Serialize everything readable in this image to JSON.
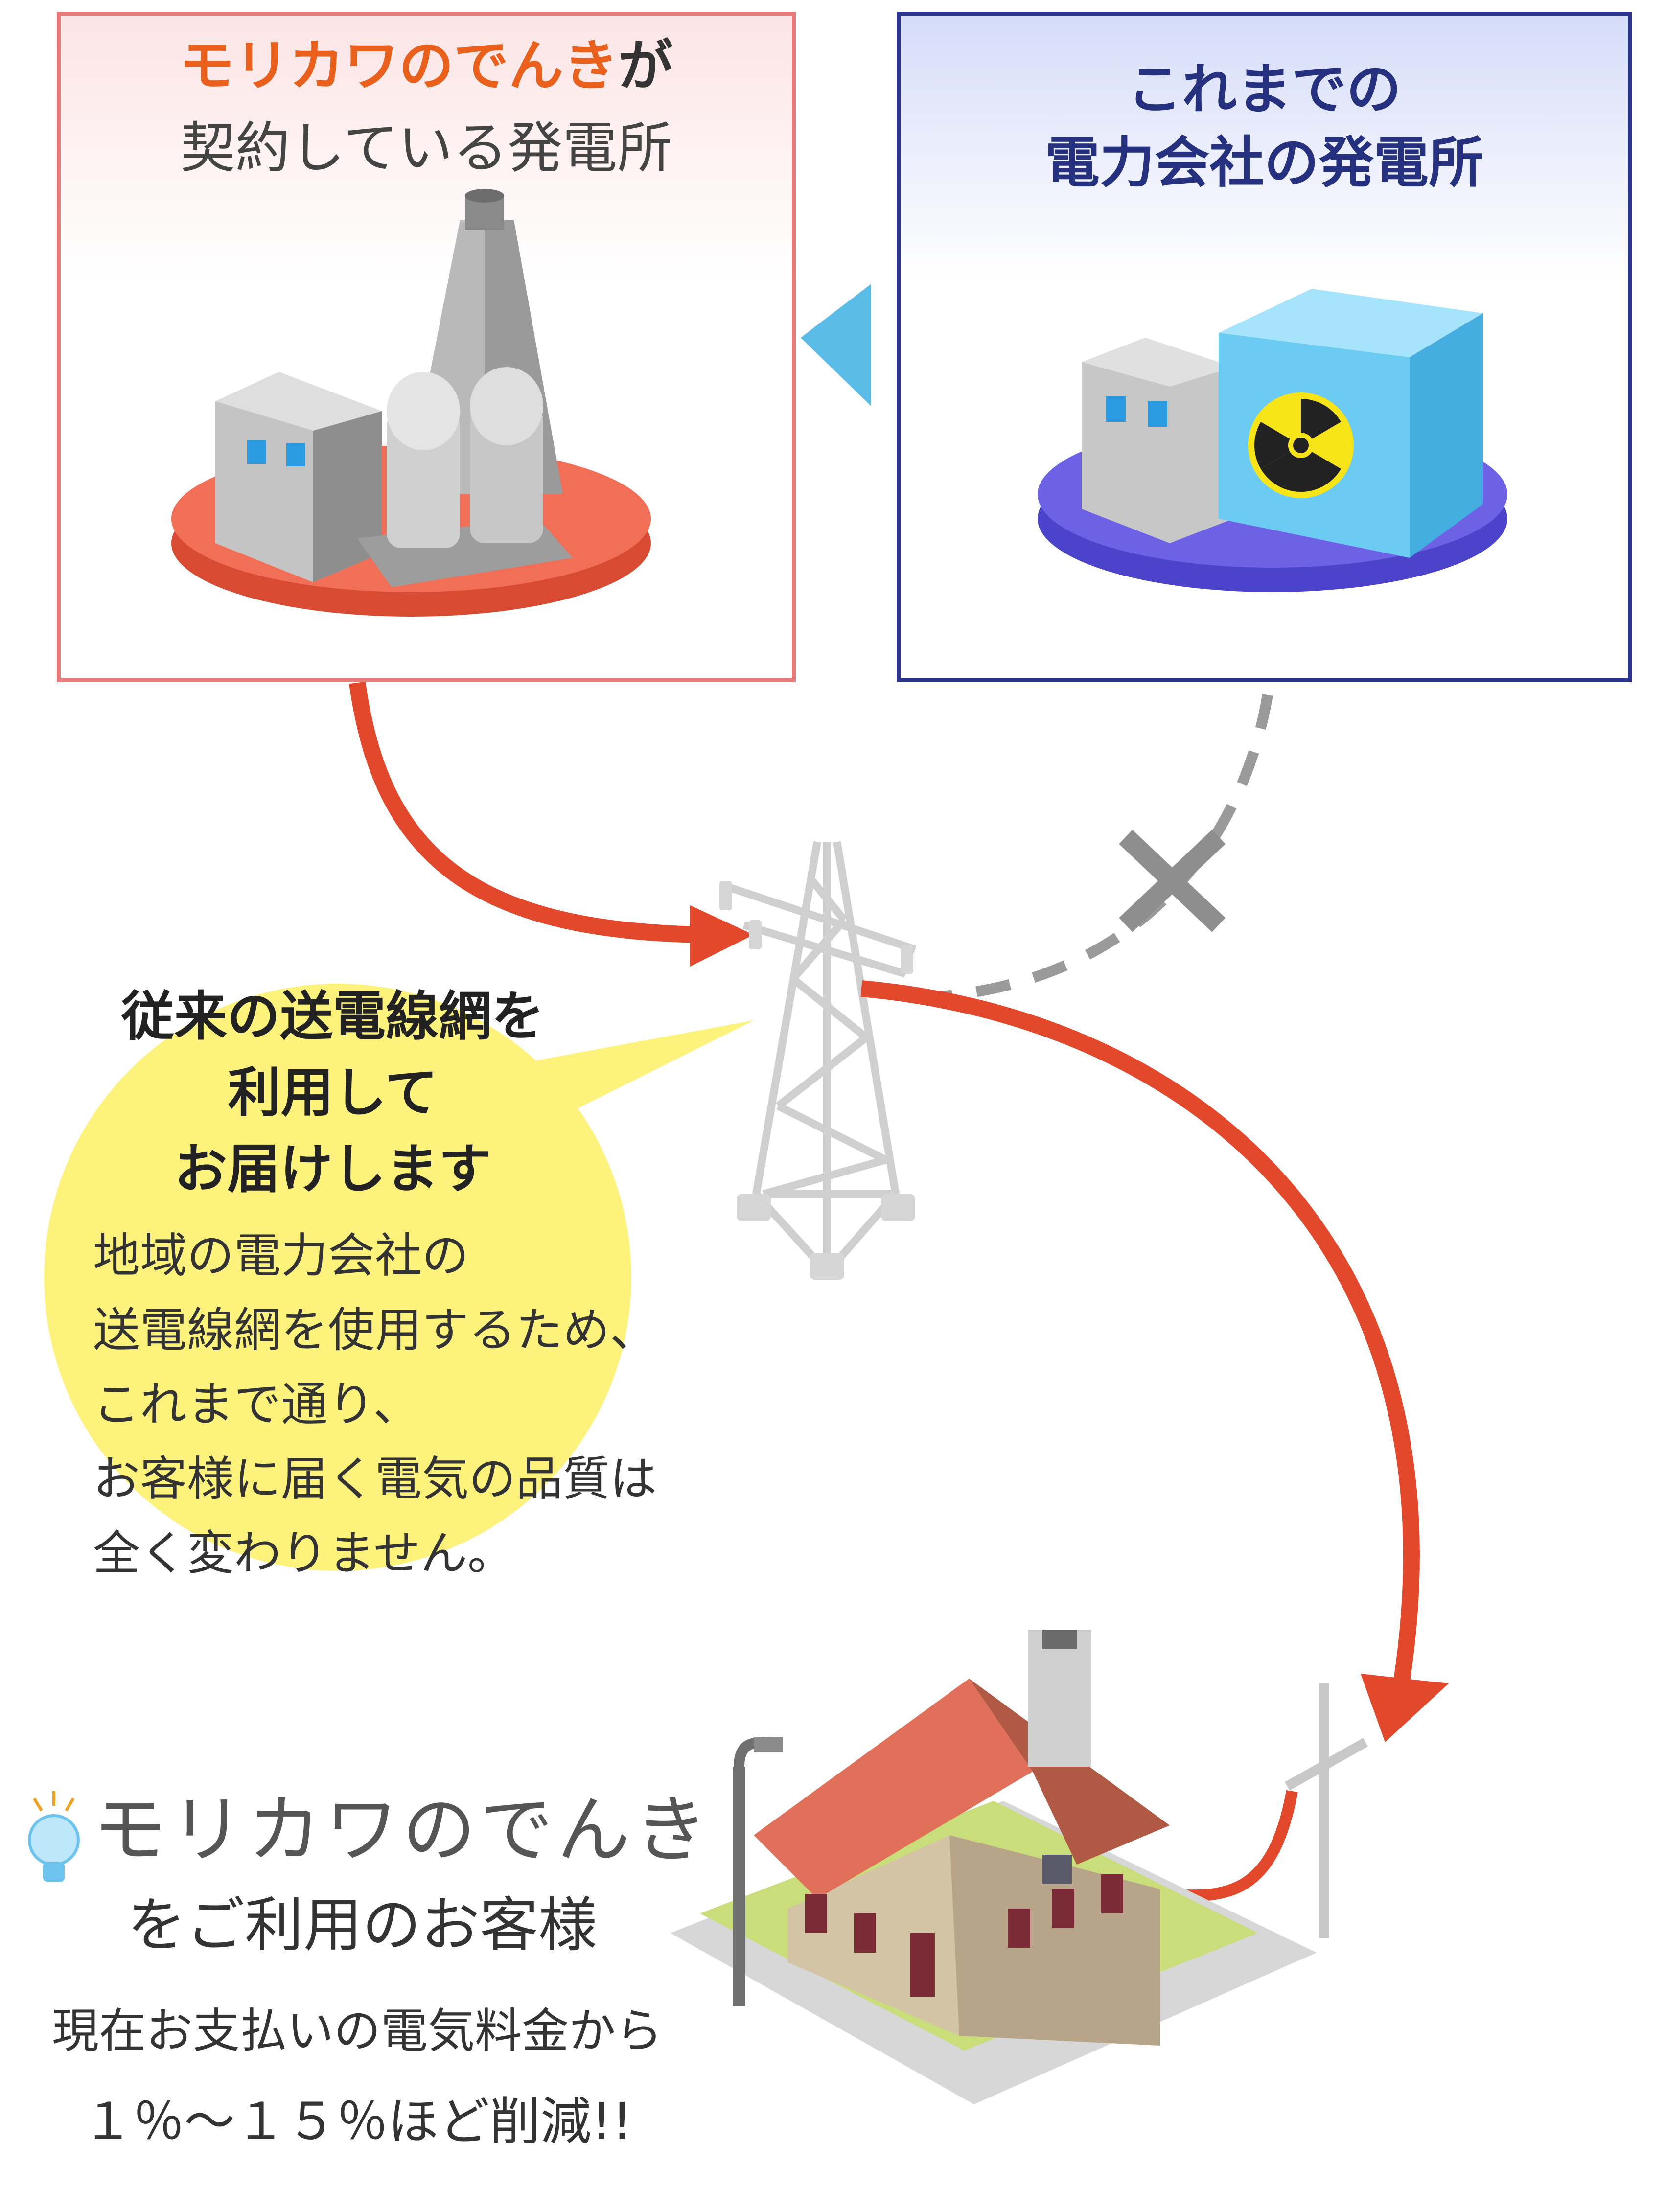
{
  "left_box": {
    "title_highlight": "モリカワのでんき",
    "title_particle": "が",
    "title_line2": "契約している発電所"
  },
  "right_box": {
    "title_line1": "これまでの",
    "title_line2": "電力会社の発電所"
  },
  "bubble": {
    "heading": [
      "従来の送電線網を",
      "利用して",
      "お届けします"
    ],
    "body": [
      "地域の電力会社の",
      "送電線網を使用するため、",
      "これまで通り、",
      "お客様に届く電気の品質は",
      "全く変わりません。"
    ]
  },
  "bottom": {
    "brand": "モリカワのでんき",
    "line2": "をご利用のお客様",
    "line3": "現在お支払いの電気料金から",
    "line4": "１％～１５％ほど削減!!"
  },
  "colors": {
    "brand_orange": "#e8601c",
    "navy": "#25307f",
    "red_arrow": "#e2482b",
    "bubble_yellow": "#fdf27c",
    "gray_dashed": "#9a9a9a"
  }
}
